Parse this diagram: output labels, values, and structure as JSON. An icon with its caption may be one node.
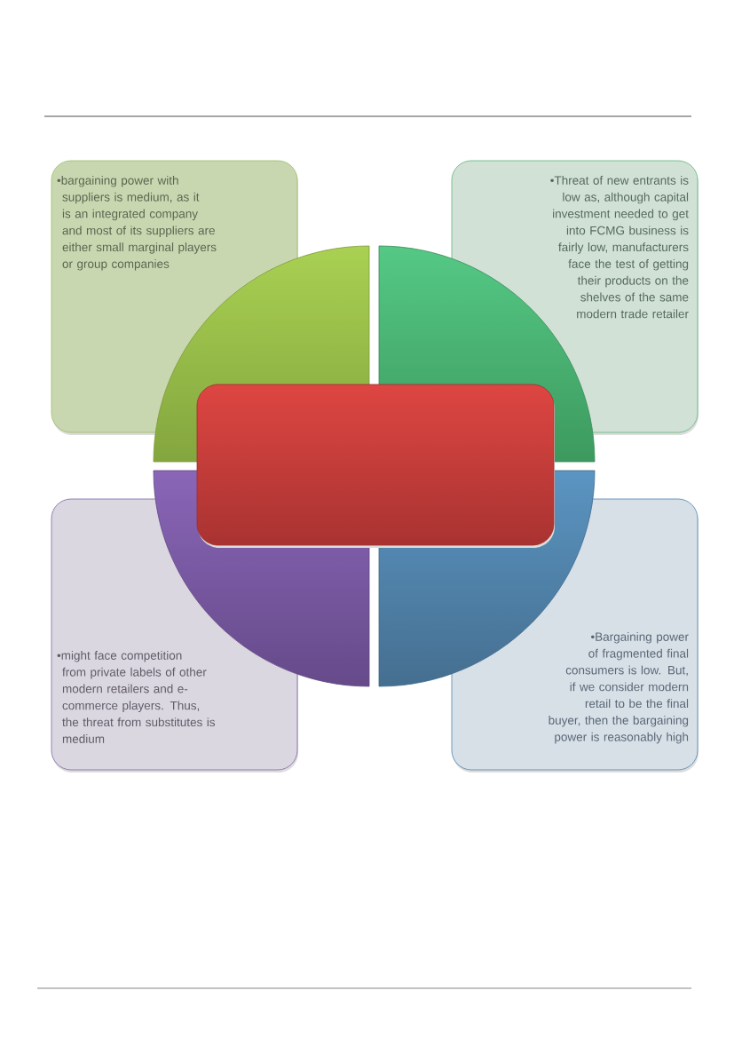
{
  "diagram": {
    "nodes": [
      {
        "text": [
          "•bargaining power with suppliers is medium, as it is an integrated company and most of its suppliers are either small marginal players or group companies"
        ]
      },
      {
        "text": [
          "•Threat of new entrants is low as, although capital investment needed to get into FCMG business is fairly low, manufacturers face the test of getting their products on the shelves of the same modern trade retailer"
        ]
      },
      {
        "text": [
          "•might face competition from private labels of other modern retailers and e-commerce players. Thus, the threat from substitutes is medium"
        ]
      },
      {
        "text": [
          "•Bargaining power of fragmented final consumers is low. But, if we consider modern retail to be the final buyer, then the bargaining power is reasonably high"
        ]
      },
      {
        "text": [],
        "shape": "quadrant"
      },
      {
        "text": [],
        "shape": "quadrant"
      },
      {
        "text": [],
        "shape": "quadrant"
      },
      {
        "text": [],
        "shape": "quadrant"
      },
      {
        "text": [],
        "shape": "box"
      }
    ]
  }
}
